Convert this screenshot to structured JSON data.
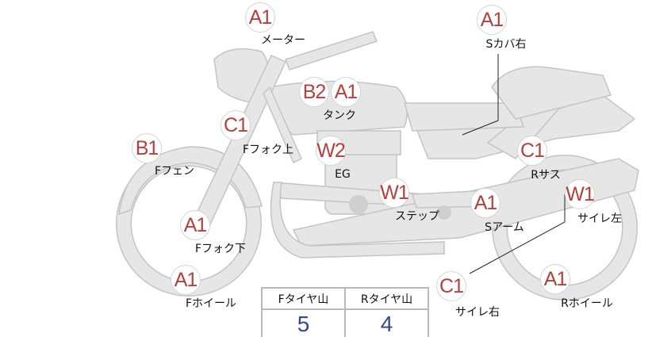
{
  "parts": [
    {
      "id": "meter",
      "grade": "A1",
      "label": "メーター"
    },
    {
      "id": "s-cover-right",
      "grade": "A1",
      "label": "Sカバ右"
    },
    {
      "id": "tank",
      "grades": [
        "B2",
        "A1"
      ],
      "label": "タンク"
    },
    {
      "id": "f-fork-upper",
      "grade": "C1",
      "label": "Fフォク上"
    },
    {
      "id": "f-fender",
      "grade": "B1",
      "label": "Fフェン"
    },
    {
      "id": "engine",
      "grade": "W2",
      "label": "EG"
    },
    {
      "id": "step",
      "grade": "W1",
      "label": "ステップ"
    },
    {
      "id": "s-arm",
      "grade": "A1",
      "label": "Sアーム"
    },
    {
      "id": "r-suspension",
      "grade": "C1",
      "label": "Rサス"
    },
    {
      "id": "silencer-left",
      "grade": "W1",
      "label": "サイレ左"
    },
    {
      "id": "f-fork-lower",
      "grade": "A1",
      "label": "Fフォク下"
    },
    {
      "id": "f-wheel",
      "grade": "A1",
      "label": "Fホイール"
    },
    {
      "id": "silencer-right",
      "grade": "C1",
      "label": "サイレ右"
    },
    {
      "id": "r-wheel",
      "grade": "A1",
      "label": "Rホイール"
    }
  ],
  "tires": {
    "headers": [
      "Fタイヤ山",
      "Rタイヤ山"
    ],
    "values": [
      "5",
      "4"
    ]
  },
  "colors": {
    "grade": "#b5403c",
    "value": "#2f4a8f",
    "body": "#e6e6e6",
    "outline": "#c4c4c4"
  }
}
